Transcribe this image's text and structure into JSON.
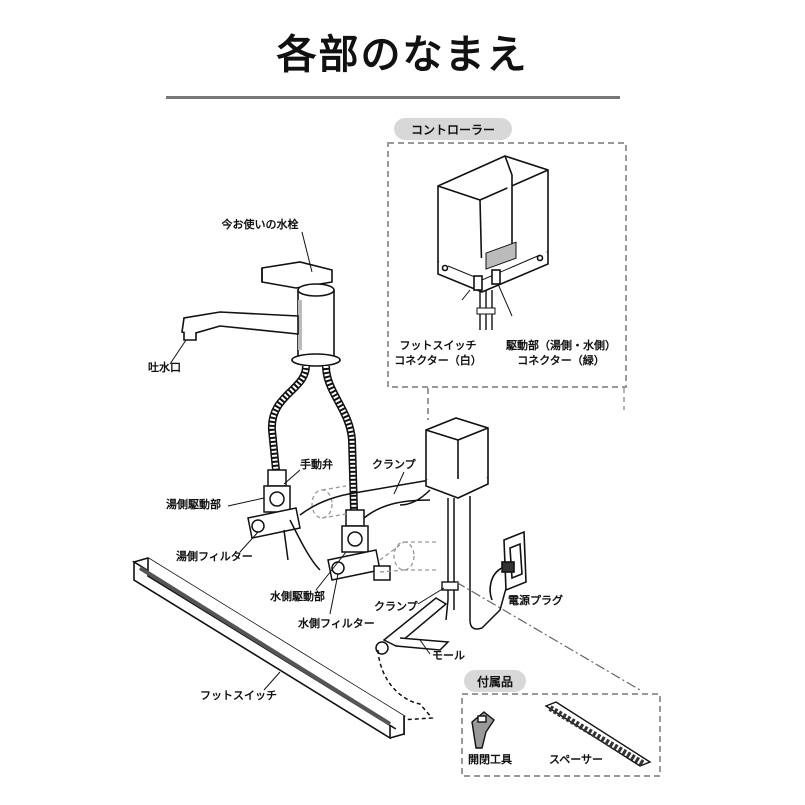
{
  "title": "各部のなまえ",
  "controller_box": {
    "title": "コントローラー",
    "foot_connector_line1": "フットスイッチ",
    "foot_connector_line2": "コネクター（白）",
    "drive_connector_line1": "駆動部（湯側・水側）",
    "drive_connector_line2": "コネクター（緑）"
  },
  "labels": {
    "faucet": "今お使いの水栓",
    "spout": "吐水口",
    "manual_valve": "手動弁",
    "hot_drive": "湯側駆動部",
    "hot_filter": "湯側フィルター",
    "clamp_top": "クランプ",
    "cold_drive": "水側駆動部",
    "cold_filter": "水側フィルター",
    "clamp_bottom": "クランプ",
    "power_plug": "電源プラグ",
    "mole": "モール",
    "foot_switch": "フットスイッチ"
  },
  "accessories": {
    "title": "付属品",
    "tool": "開閉工具",
    "spacer": "スペーサー"
  }
}
